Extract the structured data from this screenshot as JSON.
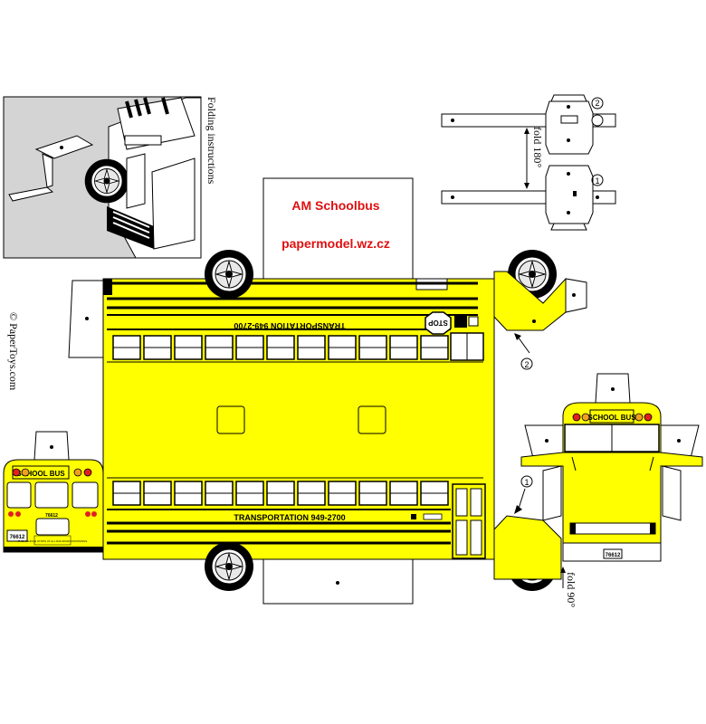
{
  "header": {
    "title": "AM Schoolbus",
    "website": "papermodel.wz.cz"
  },
  "labels": {
    "folding_instructions": "Folding instructions",
    "copyright": "© PaperToys.com",
    "fold_180": "fold 180°",
    "fold_90": "fold 90°",
    "step_1": "1",
    "step_2": "2"
  },
  "bus": {
    "transportation_text": "TRANSPORTATION 949-2700",
    "school_bus_sign": "SCHOOL BUS",
    "stop_sign": "STOP",
    "bus_number": "76612",
    "rear_notice": "THIS VEHICLE STOPS AT ALL RAILROAD CROSSINGS",
    "body_color": "#ffff00",
    "stripe_color": "#000000",
    "light_red": "#e02020",
    "light_amber": "#f0a020"
  }
}
